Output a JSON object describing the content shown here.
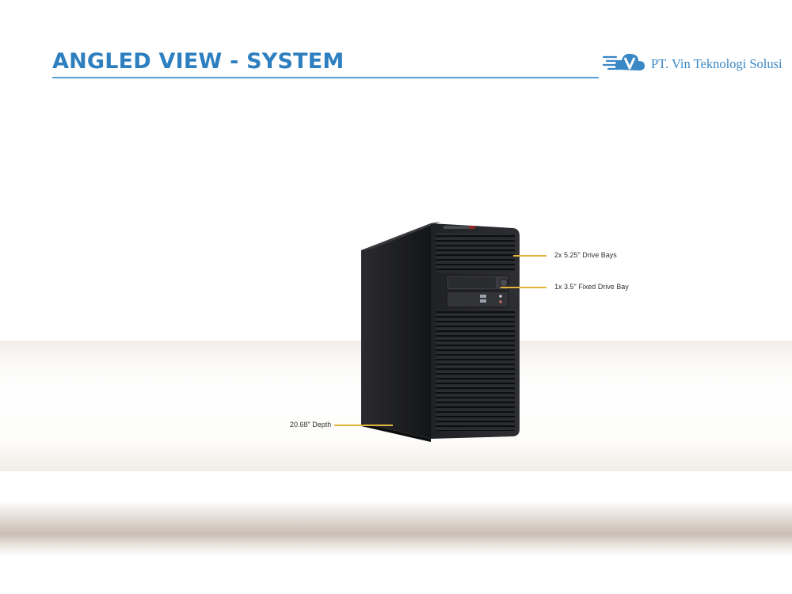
{
  "slide": {
    "title": "ANGLED VIEW - SYSTEM"
  },
  "logo": {
    "company": "PT. Vin Teknologi Solusi",
    "icon": "cloud-v-logo-icon"
  },
  "product": {
    "icon": "tower-server-image"
  },
  "callouts": [
    {
      "label": "2x 5.25\" Drive Bays"
    },
    {
      "label": "1x 3.5\" Fixed Drive Bay"
    },
    {
      "label": "20.68\" Depth"
    }
  ],
  "colors": {
    "title": "#2d7fbf",
    "rule": "#5a9fd0",
    "callout_line": "#e2b43a",
    "chassis": "#1c1d1f"
  }
}
